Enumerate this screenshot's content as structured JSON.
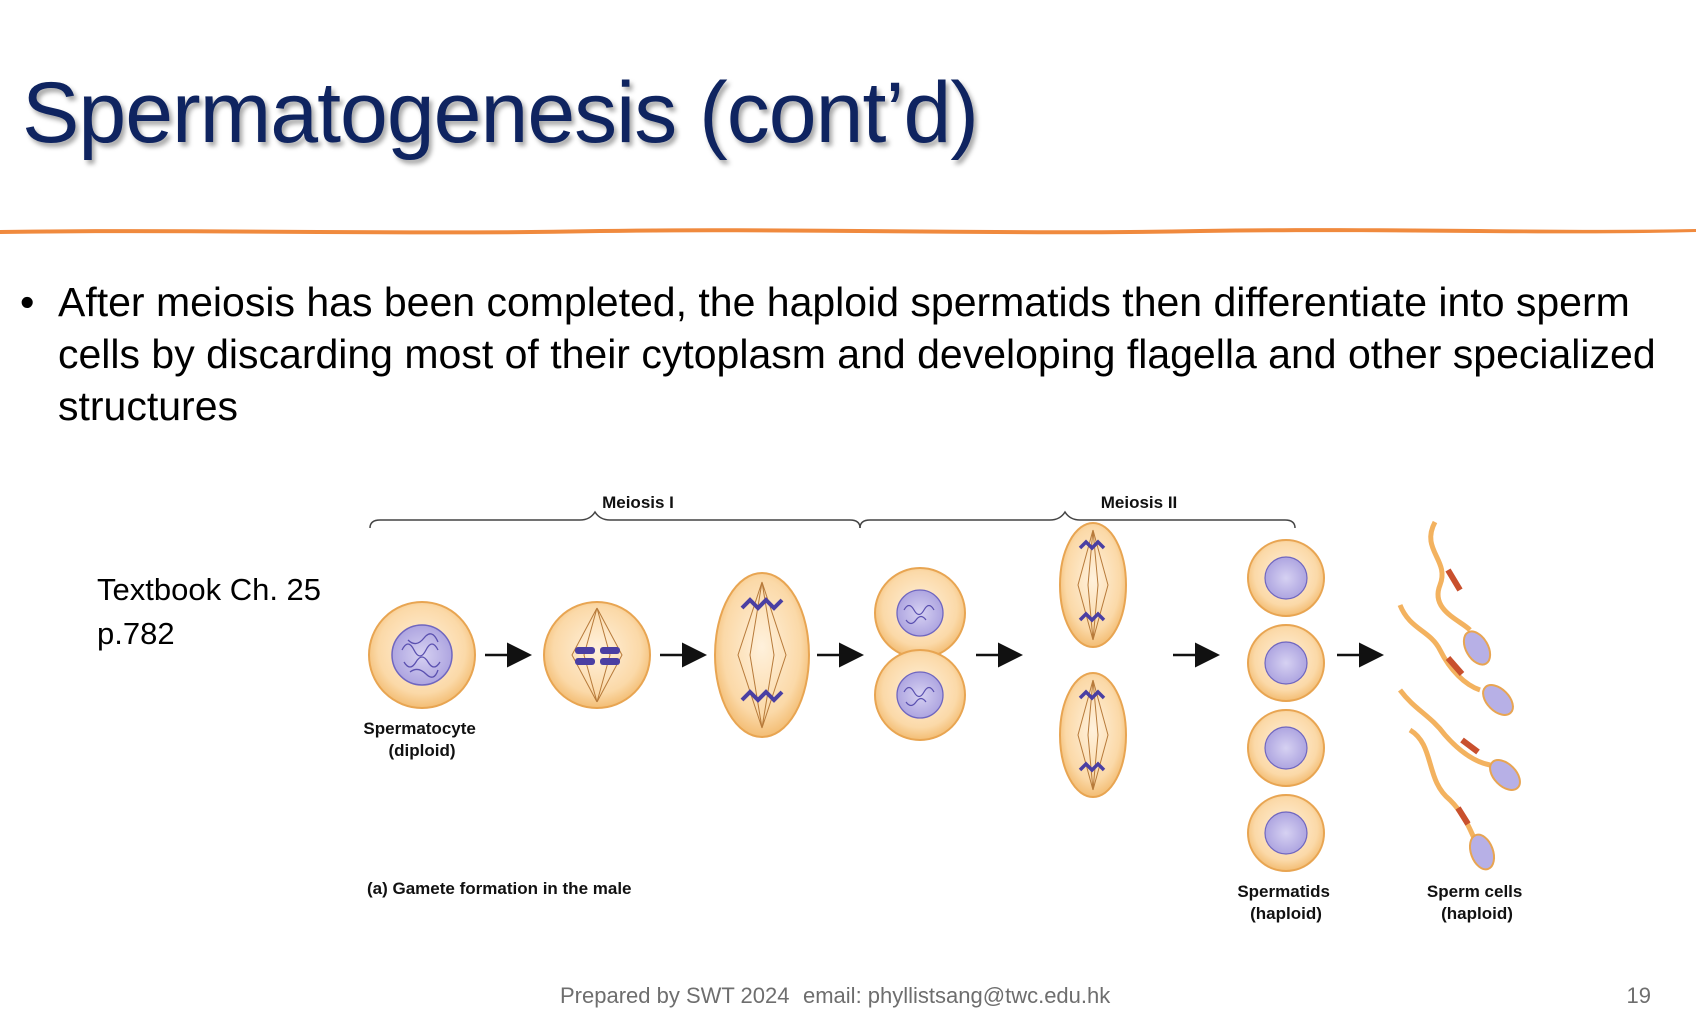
{
  "slide": {
    "title": "Spermatogenesis (cont’d)",
    "bullets": [
      "After meiosis has been completed, the haploid spermatids then differentiate into sperm cells by discarding most of their cytoplasm and developing flagella and other specialized structures"
    ],
    "reference": {
      "line1": "Textbook Ch. 25",
      "line2": "p.782"
    }
  },
  "figure": {
    "meiosis1_label": "Meiosis I",
    "meiosis2_label": "Meiosis II",
    "spermatocyte_label": [
      "Spermatocyte",
      "(diploid)"
    ],
    "spermatids_label": [
      "Spermatids",
      "(haploid)"
    ],
    "sperm_label": [
      "Sperm cells",
      "(haploid)"
    ],
    "caption": "(a) Gamete formation in the male"
  },
  "footer": {
    "prepared_by": "Prepared by SWT 2024",
    "email": "email: phyllistsang@twc.edu.hk",
    "page_number": "19"
  },
  "colors": {
    "title": "#0f2460",
    "accent_line": "#f08a3e",
    "cell_fill": "#fbd9a8",
    "cell_outline": "#e8a552",
    "chromatin": "#7b72c8",
    "footer_text": "#6e6e6e"
  }
}
